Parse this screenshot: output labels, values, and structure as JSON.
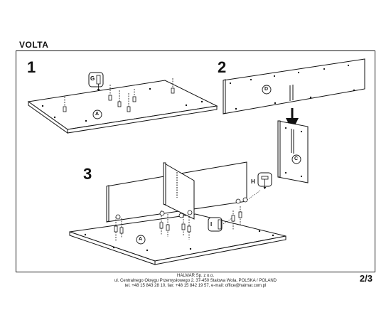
{
  "document": {
    "title": "VOLTA",
    "steps": [
      "1",
      "2",
      "3"
    ],
    "part_labels": {
      "A1": "A",
      "G": "G",
      "D": "D",
      "C": "C",
      "H": "H",
      "I": "I",
      "A3": "A"
    },
    "footer": {
      "company": "HALMAR Sp. z o.o.",
      "address": "ul. Centralnego Okręgu Przemysłowego 2, 37-450 Stalowa Wola, POLSKA / POLAND",
      "contact": "tel. +48 15 843 28 10, fax: +48 15 842 19 57, e-mail: office@halmar.com.pl"
    },
    "page_number": "2/3"
  }
}
